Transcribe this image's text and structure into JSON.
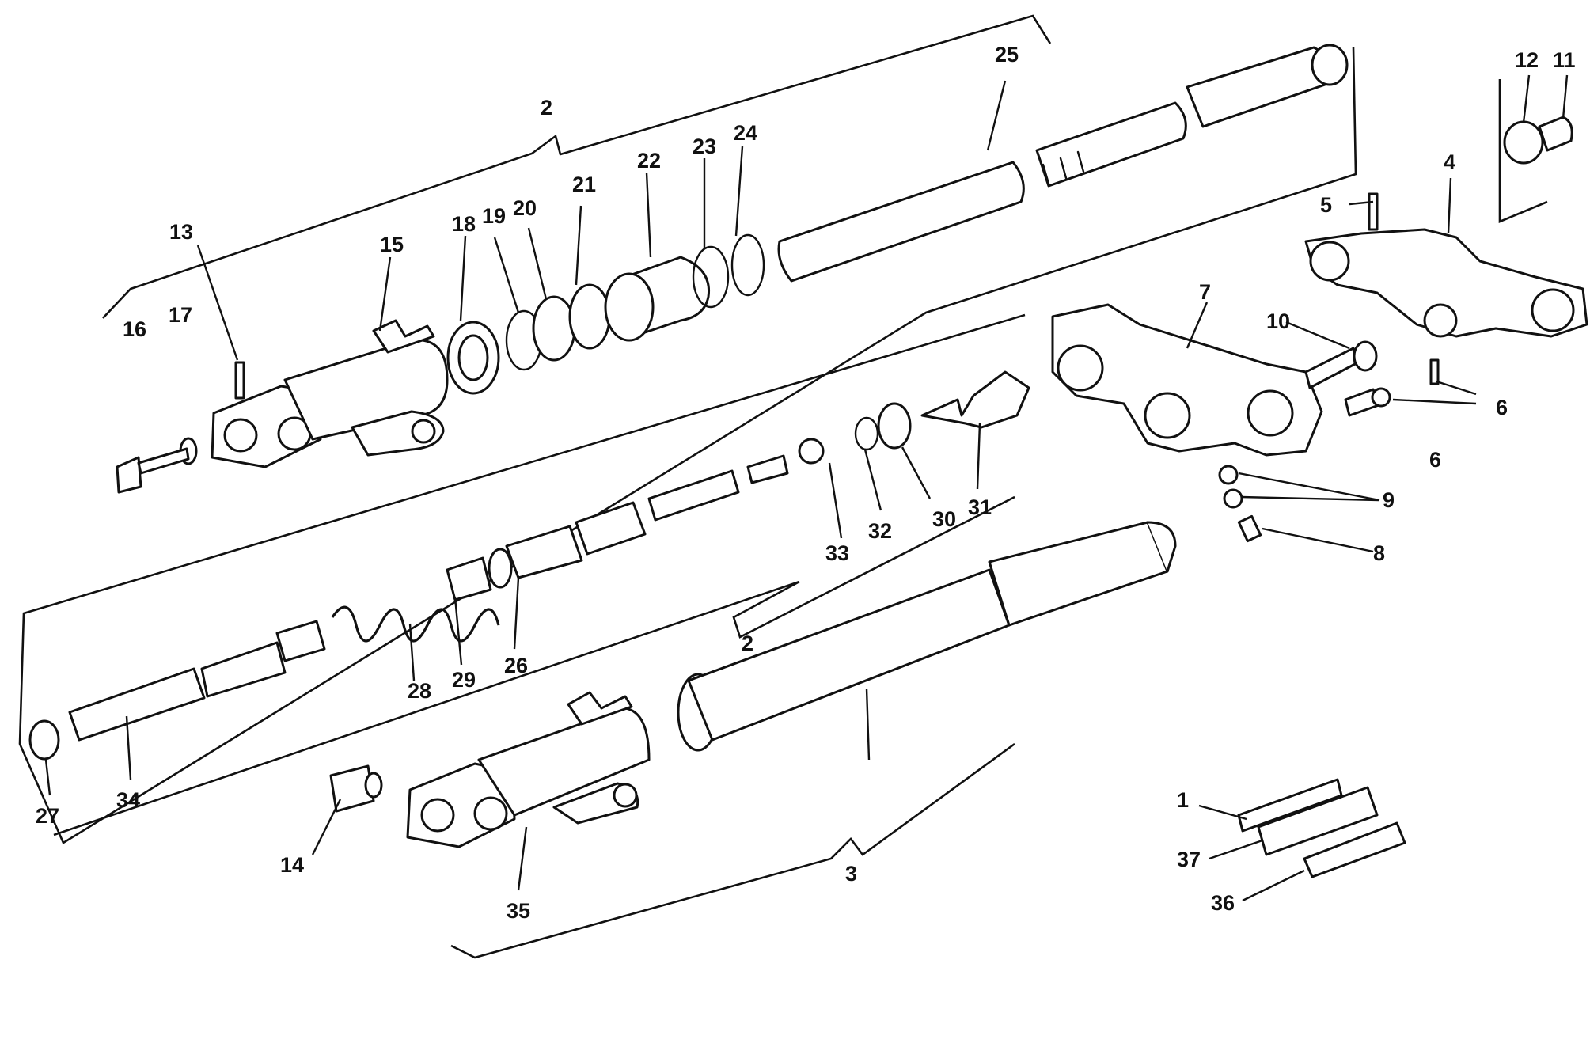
{
  "diagram": {
    "callouts": [
      {
        "id": "c1",
        "text": "1"
      },
      {
        "id": "c2a",
        "text": "2"
      },
      {
        "id": "c2b",
        "text": "2"
      },
      {
        "id": "c3",
        "text": "3"
      },
      {
        "id": "c4",
        "text": "4"
      },
      {
        "id": "c5",
        "text": "5"
      },
      {
        "id": "c6a",
        "text": "6"
      },
      {
        "id": "c6b",
        "text": "6"
      },
      {
        "id": "c7",
        "text": "7"
      },
      {
        "id": "c8",
        "text": "8"
      },
      {
        "id": "c9",
        "text": "9"
      },
      {
        "id": "c10",
        "text": "10"
      },
      {
        "id": "c11",
        "text": "11"
      },
      {
        "id": "c12",
        "text": "12"
      },
      {
        "id": "c13",
        "text": "13"
      },
      {
        "id": "c14",
        "text": "14"
      },
      {
        "id": "c15",
        "text": "15"
      },
      {
        "id": "c16",
        "text": "16"
      },
      {
        "id": "c17",
        "text": "17"
      },
      {
        "id": "c18",
        "text": "18"
      },
      {
        "id": "c19",
        "text": "19"
      },
      {
        "id": "c20",
        "text": "20"
      },
      {
        "id": "c21",
        "text": "21"
      },
      {
        "id": "c22",
        "text": "22"
      },
      {
        "id": "c23",
        "text": "23"
      },
      {
        "id": "c24",
        "text": "24"
      },
      {
        "id": "c25",
        "text": "25"
      },
      {
        "id": "c26",
        "text": "26"
      },
      {
        "id": "c27",
        "text": "27"
      },
      {
        "id": "c28",
        "text": "28"
      },
      {
        "id": "c29",
        "text": "29"
      },
      {
        "id": "c30",
        "text": "30"
      },
      {
        "id": "c31",
        "text": "31"
      },
      {
        "id": "c32",
        "text": "32"
      },
      {
        "id": "c33",
        "text": "33"
      },
      {
        "id": "c34",
        "text": "34"
      },
      {
        "id": "c35",
        "text": "35"
      },
      {
        "id": "c36",
        "text": "36"
      },
      {
        "id": "c37",
        "text": "37"
      }
    ]
  }
}
